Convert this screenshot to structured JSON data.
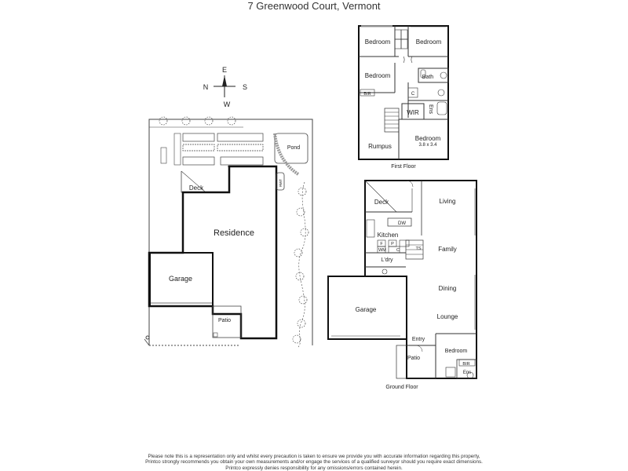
{
  "title": "7 Greenwood Court, Vermont",
  "compass": {
    "n": "N",
    "e": "E",
    "s": "S",
    "w": "W"
  },
  "site_plan": {
    "residence": "Residence",
    "garage": "Garage",
    "deck": "Deck",
    "patio": "Patio",
    "pond": "Pond",
    "rwt": "RWT"
  },
  "first_floor": {
    "label": "First Floor",
    "bedroom_1": "Bedroom",
    "bedroom_2": "Bedroom",
    "bedroom_3": "Bedroom",
    "bedroom_4": "Bedroom",
    "bedroom_4_size": "3.8 x 3.4",
    "bath": "Bath",
    "ens": "Ens",
    "wir": "WIR",
    "bir": "BIR",
    "rumpus": "Rumpus",
    "c": "C"
  },
  "ground_floor": {
    "label": "Ground Floor",
    "deck": "Deck",
    "living": "Living",
    "family": "Family",
    "kitchen": "Kitchen",
    "dw": "DW",
    "f": "F",
    "p": "P",
    "wm": "WM",
    "c": "C",
    "ldry": "L'dry",
    "ts": "TS",
    "garage": "Garage",
    "dining": "Dining",
    "lounge": "Lounge",
    "entry": "Entry",
    "bedroom": "Bedroom",
    "bir": "BIR",
    "ens": "Ens",
    "patio": "Patio"
  },
  "disclaimer": [
    "Please note this is a representation only and whilst every precaution is taken to ensure we provide you with accurate information regarding this property,",
    "Printco strongly recommends you obtain your own measurements and/or engage the services of a qualified surveyor should you require exact dimensions.",
    "Printco expressly denies responsibility for any omissions/errors contained herein."
  ]
}
